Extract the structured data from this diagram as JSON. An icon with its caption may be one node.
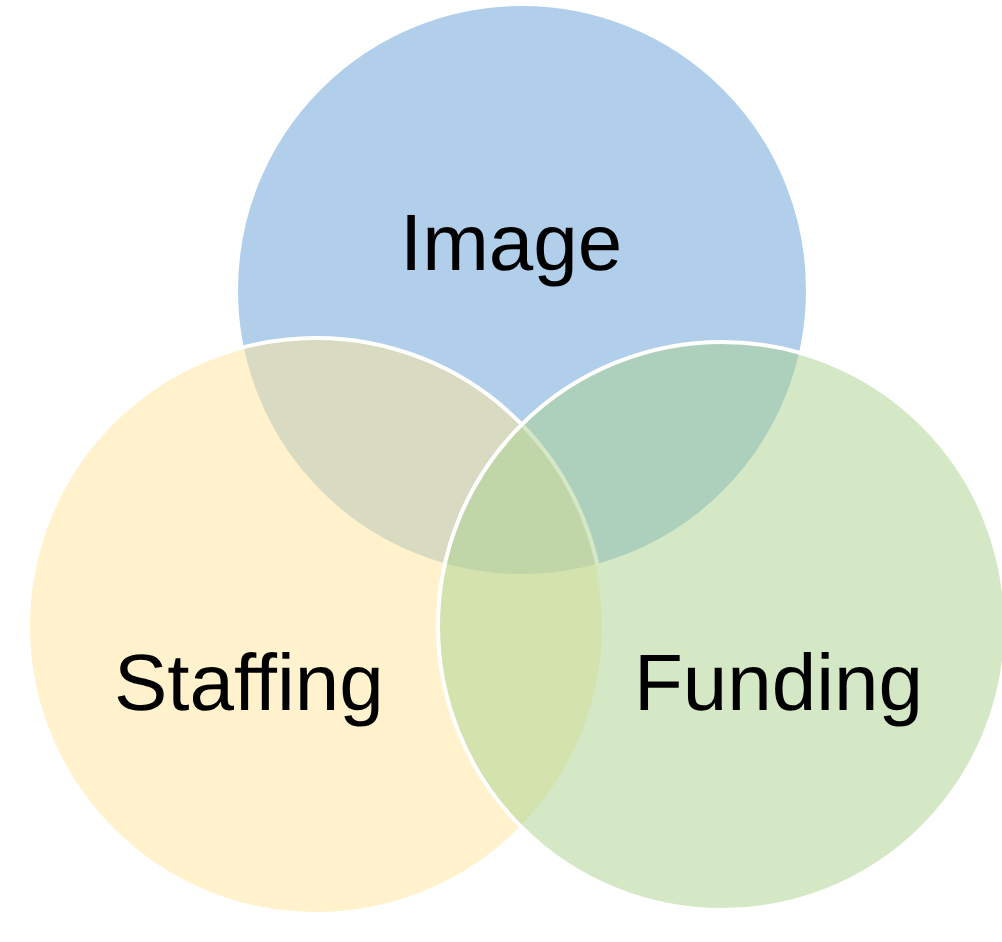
{
  "diagram": {
    "nodes": [
      {
        "text": [
          "Image"
        ]
      },
      {
        "text": [
          "Staffing"
        ]
      },
      {
        "text": [
          "Funding"
        ]
      }
    ]
  }
}
